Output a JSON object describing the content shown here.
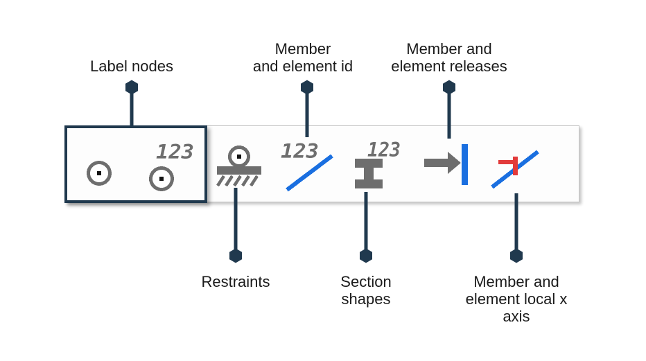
{
  "palette": {
    "navy": "#20394e",
    "icon_gray": "#6e6e6e",
    "blue": "#1a6fe0",
    "red": "#e23b3b",
    "text": "#1b1b1b",
    "toolbar_border": "#c3c3c3",
    "toolbar_bg": "#fdfdfd"
  },
  "toolbar": {
    "buttons": [
      {
        "name": "label-nodes",
        "badge": "123"
      },
      {
        "name": "restraints"
      },
      {
        "name": "member-and-element-id",
        "badge": "123"
      },
      {
        "name": "section-shapes",
        "badge": "123"
      },
      {
        "name": "member-and-element-releases"
      },
      {
        "name": "member-and-element-local-x-axis"
      }
    ]
  },
  "callouts": [
    {
      "lines": [
        "Label nodes"
      ]
    },
    {
      "lines": [
        "Member",
        "and element id"
      ]
    },
    {
      "lines": [
        "Member and",
        "element releases"
      ]
    },
    {
      "lines": [
        "Restraints"
      ]
    },
    {
      "lines": [
        "Section",
        "shapes"
      ]
    },
    {
      "lines": [
        "Member and",
        "element local x",
        "axis"
      ]
    }
  ]
}
